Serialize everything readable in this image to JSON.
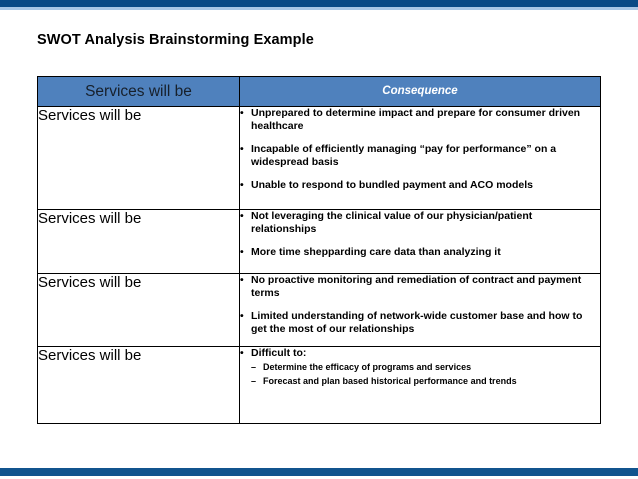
{
  "slide": {
    "title": "SWOT Analysis Brainstorming Example",
    "accent_color": "#4f81bd",
    "band_color": "#11548e",
    "band_accent_color": "#a9c7e6"
  },
  "table": {
    "headers": {
      "left": "Services will be",
      "right": "Consequence"
    },
    "bullet_mark": "•",
    "subbullet_mark": "–",
    "rows": [
      {
        "label": "Services will be",
        "bullets": [
          {
            "text": "Unprepared to determine impact and prepare for consumer driven healthcare"
          },
          {
            "text": "Incapable of efficiently managing “pay for performance” on a widespread basis"
          },
          {
            "text": "Unable to respond to bundled payment and ACO models"
          }
        ]
      },
      {
        "label": "Services will be",
        "bullets": [
          {
            "text": "Not leveraging the clinical value of our physician/patient relationships"
          },
          {
            "text": "More time shepparding care data than analyzing it"
          }
        ]
      },
      {
        "label": "Services will be",
        "bullets": [
          {
            "text": "No proactive monitoring and remediation of contract and payment terms"
          },
          {
            "text": "Limited understanding of network-wide customer base and how to get the most of our relationships"
          }
        ]
      },
      {
        "label": "Services will be",
        "bullets": [
          {
            "text": "Difficult to:",
            "sub": [
              "Determine the efficacy of programs and services",
              "Forecast and plan based historical performance and trends"
            ]
          }
        ]
      }
    ]
  }
}
